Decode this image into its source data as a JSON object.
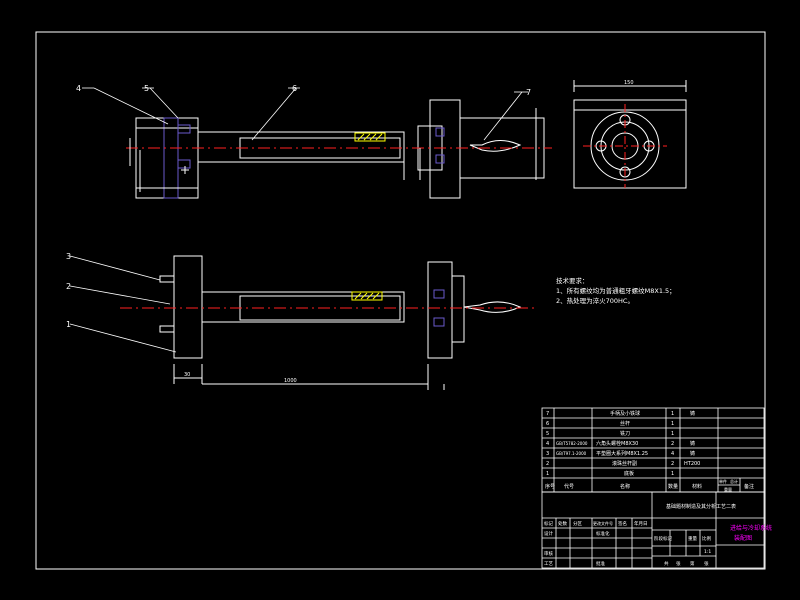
{
  "drawing": {
    "colors": {
      "background": "#000000",
      "outline": "#ffffff",
      "centerline": "#ff2020",
      "section": "#6a5acd",
      "dimension": "#ffffff",
      "accent": "#ff00ff",
      "hatch": "#ffff00",
      "leader_green": "#4caf50"
    },
    "balloons": {
      "top": [
        "4",
        "5",
        "6",
        "7"
      ],
      "front": [
        "3",
        "2",
        "1"
      ]
    },
    "tech_notes": {
      "title": "技术要求：",
      "lines": [
        "1、所有螺纹均为普通粗牙螺纹M8X1.5；",
        "2、热处理为淬火700HC。"
      ]
    },
    "parts_list": [
      {
        "no": "7",
        "code": "",
        "name": "手柄及小铁球",
        "qty": "1",
        "material": "铸"
      },
      {
        "no": "6",
        "code": "",
        "name": "丝杆",
        "qty": "1",
        "material": ""
      },
      {
        "no": "5",
        "code": "",
        "name": "铣刀",
        "qty": "1",
        "material": ""
      },
      {
        "no": "4",
        "code": "GB/T5782-2000",
        "name": "六角头螺栓M8X30",
        "qty": "2",
        "material": "铸"
      },
      {
        "no": "3",
        "code": "GB/T97.1-2000",
        "name": "平垫圈大系列M8X1.25",
        "qty": "4",
        "material": "铸"
      },
      {
        "no": "2",
        "code": "",
        "name": "滚珠丝杆副",
        "qty": "2",
        "material": "HT200"
      },
      {
        "no": "1",
        "code": "",
        "name": "底板",
        "qty": "1",
        "material": ""
      }
    ],
    "parts_header": {
      "no": "序号",
      "code": "代号",
      "name": "名称",
      "qty": "数量",
      "material": "材料",
      "single": "单件",
      "total": "总计",
      "weight": "重量",
      "remark": "备注"
    },
    "title_block": {
      "project": "基础题材制造及其分析工艺二表",
      "drawing_title": "进给与冷却系统",
      "drawing_subtitle": "装配图",
      "labels": [
        "标记",
        "处数",
        "分区",
        "更改文件号",
        "签名",
        "年月日"
      ],
      "rows": [
        "设计",
        "审核",
        "工艺"
      ],
      "signature_labels": [
        "标准化",
        "批准"
      ],
      "stage_labels": [
        "阶段标记",
        "重量",
        "比例"
      ],
      "sheet_labels": [
        "共",
        "张",
        "第",
        "张"
      ],
      "scale": "1:1"
    },
    "dimensions": {
      "side_width": "150",
      "front_length": "1000",
      "front_flange": "30"
    }
  }
}
